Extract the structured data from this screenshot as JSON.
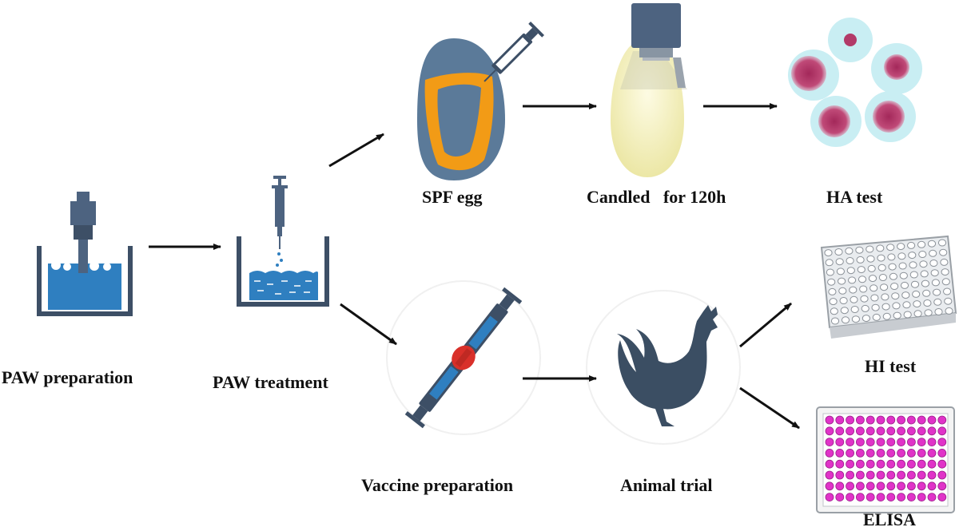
{
  "steps": {
    "paw_preparation": "PAW preparation",
    "paw_treatment": "PAW treatment",
    "spf_egg": "SPF egg",
    "candled": "Candled   for 120h",
    "ha_test": "HA test",
    "vaccine_preparation": "Vaccine preparation",
    "animal_trial": "Animal trial",
    "hi_test": "HI test",
    "elisa": "ELISA"
  },
  "colors": {
    "water": "#2f7fc0",
    "steel": "#4d6380",
    "container": "#3d4f66",
    "egg_shell": "#5b7a99",
    "egg_band": "#f29b16",
    "egg_light": "#f7f3c4",
    "ha_dish": "#c9eef3",
    "ha_spot": "#b23a68",
    "vaccine_red": "#d9302a",
    "chicken": "#3b4e63",
    "elisa_well": "#e033c8",
    "arrow": "#111111"
  },
  "icons": [
    "beaker-electrode-icon",
    "beaker-syringe-icon",
    "egg-injection-icon",
    "egg-candling-icon",
    "petri-dishes-icon",
    "vaccine-syringes-icon",
    "rooster-icon",
    "microplate-icon",
    "elisa-plate-icon"
  ]
}
